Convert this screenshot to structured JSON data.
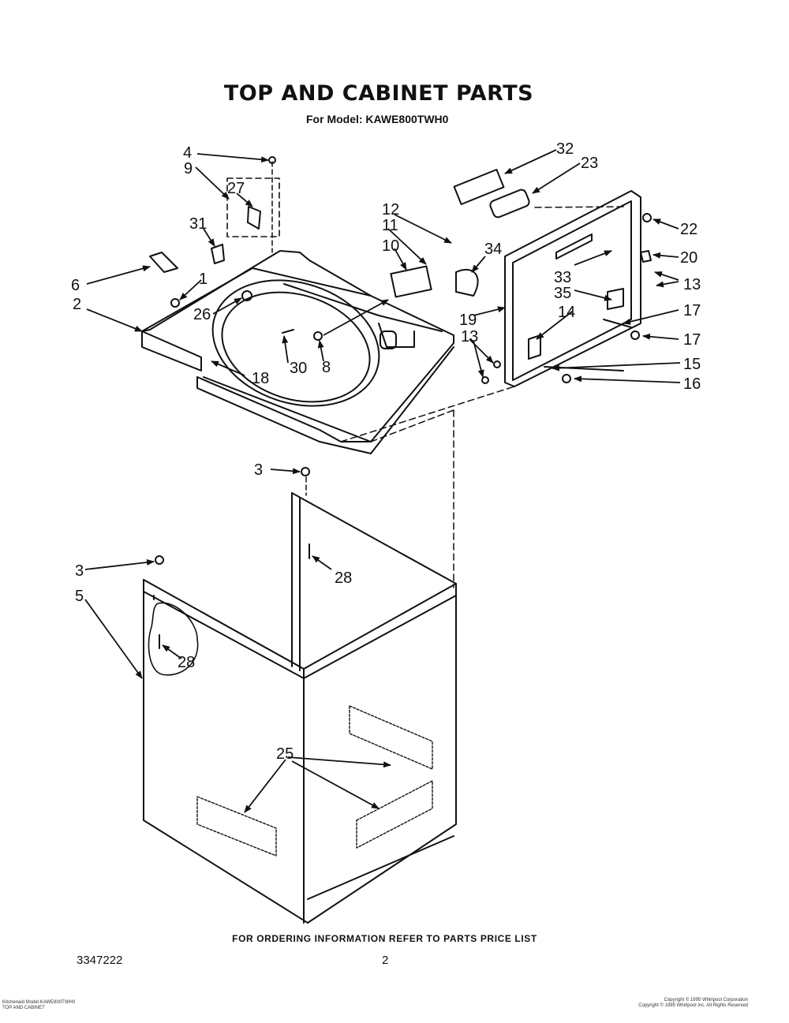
{
  "header": {
    "title": "TOP AND CABINET PARTS",
    "model_line": "For Model: KAWE800TWH0"
  },
  "footer": {
    "ordering_note": "FOR ORDERING INFORMATION REFER TO PARTS PRICE LIST",
    "doc_number": "3347222",
    "page_number": "2",
    "small_left_line1": "Kitchenaid Model KAWE800TWH0",
    "small_left_line2": "TOP AND CABINET",
    "small_right_line1": "Copyright © 1995 Whirlpool Corporation",
    "small_right_line2": "Copyright © 1995 Whirlpool Inc. All Rights Reserved"
  },
  "diagram": {
    "part_labels": [
      "1",
      "2",
      "3",
      "3",
      "4",
      "5",
      "6",
      "8",
      "9",
      "10",
      "11",
      "12",
      "13",
      "13",
      "14",
      "15",
      "16",
      "17",
      "17",
      "18",
      "19",
      "20",
      "22",
      "23",
      "25",
      "26",
      "27",
      "28",
      "28",
      "30",
      "31",
      "32",
      "33",
      "34",
      "35"
    ]
  }
}
